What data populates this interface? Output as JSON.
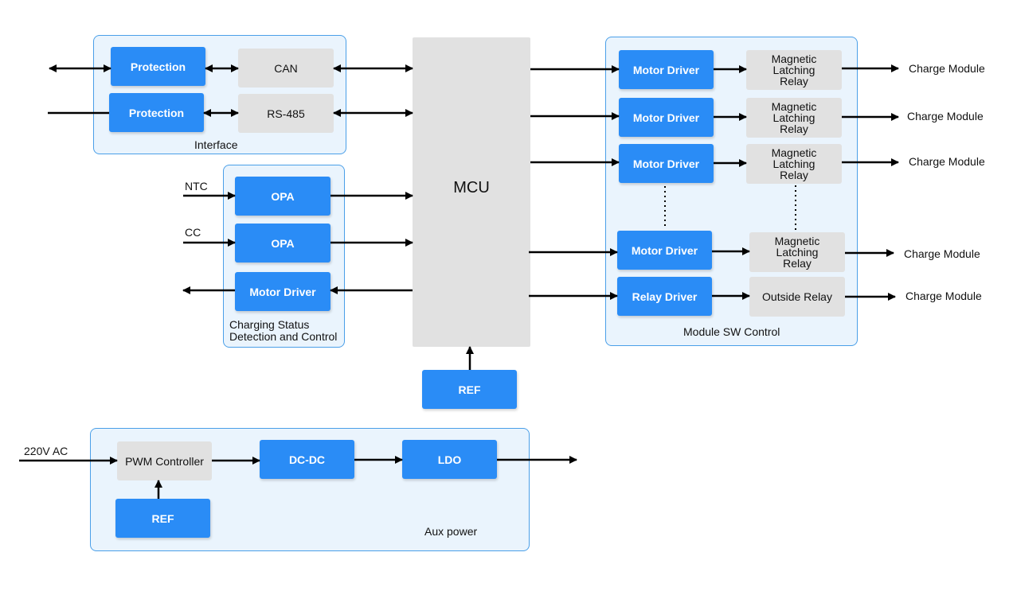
{
  "interface": {
    "group_label": "Interface",
    "protection_1": "Protection",
    "protection_2": "Protection",
    "can": "CAN",
    "rs485": "RS-485"
  },
  "charging_status": {
    "group_label": "Charging Status Detection and Control",
    "opa_1": "OPA",
    "opa_2": "OPA",
    "motor_driver": "Motor Driver",
    "ntc_label": "NTC",
    "cc_label": "CC"
  },
  "mcu": {
    "label": "MCU",
    "ref": "REF"
  },
  "module_sw": {
    "group_label": "Module SW Control",
    "rows": [
      {
        "driver": "Motor Driver",
        "relay": "Magnetic Latching Relay",
        "output": "Charge Module"
      },
      {
        "driver": "Motor Driver",
        "relay": "Magnetic Latching Relay",
        "output": "Charge Module"
      },
      {
        "driver": "Motor Driver",
        "relay": "Magnetic Latching Relay",
        "output": "Charge Module"
      },
      {
        "driver": "Motor Driver",
        "relay": "Magnetic Latching Relay",
        "output": "Charge Module"
      },
      {
        "driver": "Relay Driver",
        "relay": "Outside Relay",
        "output": "Charge Module"
      }
    ]
  },
  "aux_power": {
    "group_label": "Aux power",
    "input_label": "220V AC",
    "pwm_controller": "PWM Controller",
    "dcdc": "DC-DC",
    "ldo": "LDO",
    "ref": "REF"
  },
  "colors": {
    "block_blue": "#2a8cf6",
    "block_gray": "#e1e1e1",
    "group_fill": "#eaf4fd",
    "group_border": "#4a9fe8",
    "arrow": "#000000"
  }
}
